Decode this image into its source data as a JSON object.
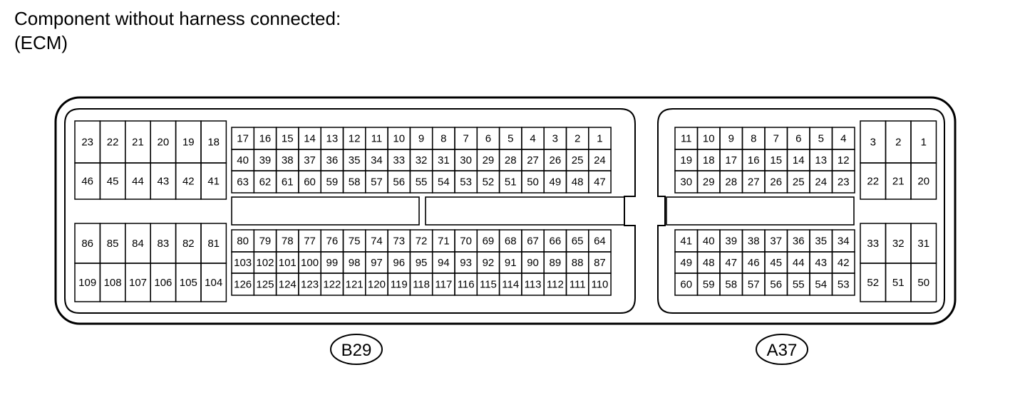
{
  "title_line1": "Component without harness connected:",
  "title_line2": "(ECM)",
  "connectors": [
    {
      "label": "B29",
      "block_left": {
        "top": [
          [
            "23",
            "22",
            "21",
            "20",
            "19",
            "18"
          ],
          [
            "46",
            "45",
            "44",
            "43",
            "42",
            "41"
          ]
        ],
        "bottom": [
          [
            "86",
            "85",
            "84",
            "83",
            "82",
            "81"
          ],
          [
            "109",
            "108",
            "107",
            "106",
            "105",
            "104"
          ]
        ]
      },
      "block_main": {
        "top": [
          [
            "17",
            "16",
            "15",
            "14",
            "13",
            "12",
            "11",
            "10",
            "9",
            "8",
            "7",
            "6",
            "5",
            "4",
            "3",
            "2",
            "1"
          ],
          [
            "40",
            "39",
            "38",
            "37",
            "36",
            "35",
            "34",
            "33",
            "32",
            "31",
            "30",
            "29",
            "28",
            "27",
            "26",
            "25",
            "24"
          ],
          [
            "63",
            "62",
            "61",
            "60",
            "59",
            "58",
            "57",
            "56",
            "55",
            "54",
            "53",
            "52",
            "51",
            "50",
            "49",
            "48",
            "47"
          ]
        ],
        "bottom": [
          [
            "80",
            "79",
            "78",
            "77",
            "76",
            "75",
            "74",
            "73",
            "72",
            "71",
            "70",
            "69",
            "68",
            "67",
            "66",
            "65",
            "64"
          ],
          [
            "103",
            "102",
            "101",
            "100",
            "99",
            "98",
            "97",
            "96",
            "95",
            "94",
            "93",
            "92",
            "91",
            "90",
            "89",
            "88",
            "87"
          ],
          [
            "126",
            "125",
            "124",
            "123",
            "122",
            "121",
            "120",
            "119",
            "118",
            "117",
            "116",
            "115",
            "114",
            "113",
            "112",
            "111",
            "110"
          ]
        ]
      }
    },
    {
      "label": "A37",
      "block_main": {
        "top": [
          [
            "11",
            "10",
            "9",
            "8",
            "7",
            "6",
            "5",
            "4"
          ],
          [
            "19",
            "18",
            "17",
            "16",
            "15",
            "14",
            "13",
            "12"
          ],
          [
            "30",
            "29",
            "28",
            "27",
            "26",
            "25",
            "24",
            "23"
          ]
        ],
        "bottom": [
          [
            "41",
            "40",
            "39",
            "38",
            "37",
            "36",
            "35",
            "34"
          ],
          [
            "49",
            "48",
            "47",
            "46",
            "45",
            "44",
            "43",
            "42"
          ],
          [
            "60",
            "59",
            "58",
            "57",
            "56",
            "55",
            "54",
            "53"
          ]
        ]
      },
      "block_right": {
        "top": [
          [
            "3",
            "2",
            "1"
          ],
          [
            "22",
            "21",
            "20"
          ]
        ],
        "bottom": [
          [
            "33",
            "32",
            "31"
          ],
          [
            "52",
            "51",
            "50"
          ]
        ]
      }
    }
  ]
}
